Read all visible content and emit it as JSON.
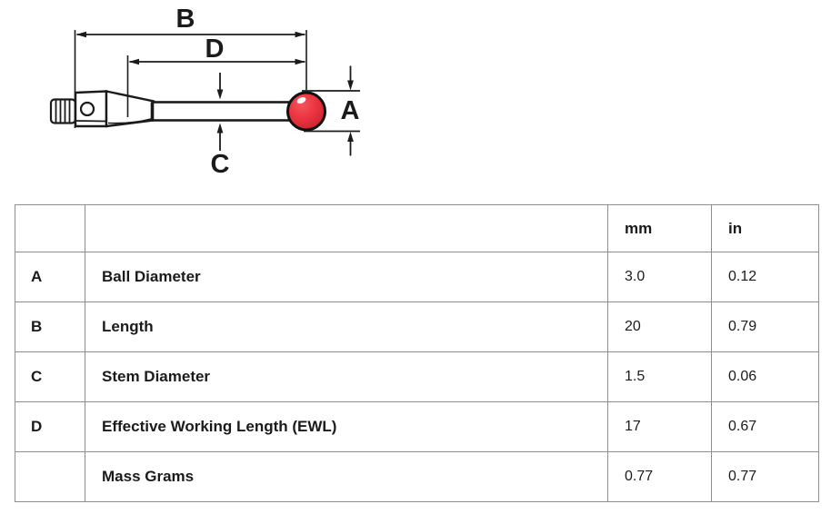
{
  "diagram": {
    "labels": {
      "b": "B",
      "d": "D",
      "a": "A",
      "c": "C"
    },
    "colors": {
      "ball_light": "#f4555c",
      "ball_red": "#ea3440",
      "ball_dark": "#bf1f2b",
      "line": "#1b1b1b"
    }
  },
  "table": {
    "headers": {
      "mm": "mm",
      "in": "in"
    },
    "rows": [
      {
        "ref": "A",
        "name": "Ball Diameter",
        "mm": "3.0",
        "in": "0.12"
      },
      {
        "ref": "B",
        "name": "Length",
        "mm": "20",
        "in": "0.79"
      },
      {
        "ref": "C",
        "name": "Stem Diameter",
        "mm": "1.5",
        "in": "0.06"
      },
      {
        "ref": "D",
        "name": "Effective Working Length (EWL)",
        "mm": "17",
        "in": "0.67"
      },
      {
        "ref": "",
        "name": "Mass Grams",
        "mm": "0.77",
        "in": "0.77"
      }
    ]
  }
}
